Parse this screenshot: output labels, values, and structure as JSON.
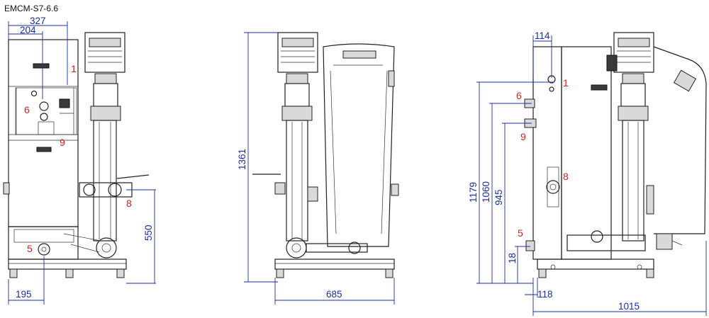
{
  "title": "EMCM-S7-6.6",
  "front_view": {
    "dims": {
      "d327": "327",
      "d204": "204",
      "d550": "550",
      "d195": "195"
    },
    "callouts": {
      "c1": "1",
      "c6": "6",
      "c9": "9",
      "c8": "8",
      "c5": "5"
    }
  },
  "side_view": {
    "dims": {
      "d1361": "1361",
      "d685": "685"
    }
  },
  "right_view": {
    "dims": {
      "d114": "114",
      "d1179": "1179",
      "d1060": "1060",
      "d945": "945",
      "d18": "18",
      "d118": "118",
      "d1015": "1015"
    },
    "callouts": {
      "c1": "1",
      "c6": "6",
      "c9": "9",
      "c8": "8",
      "c5": "5"
    }
  },
  "colors": {
    "dimension": "#1a2ea8",
    "callout": "#d81e1e",
    "outline": "#222222"
  }
}
